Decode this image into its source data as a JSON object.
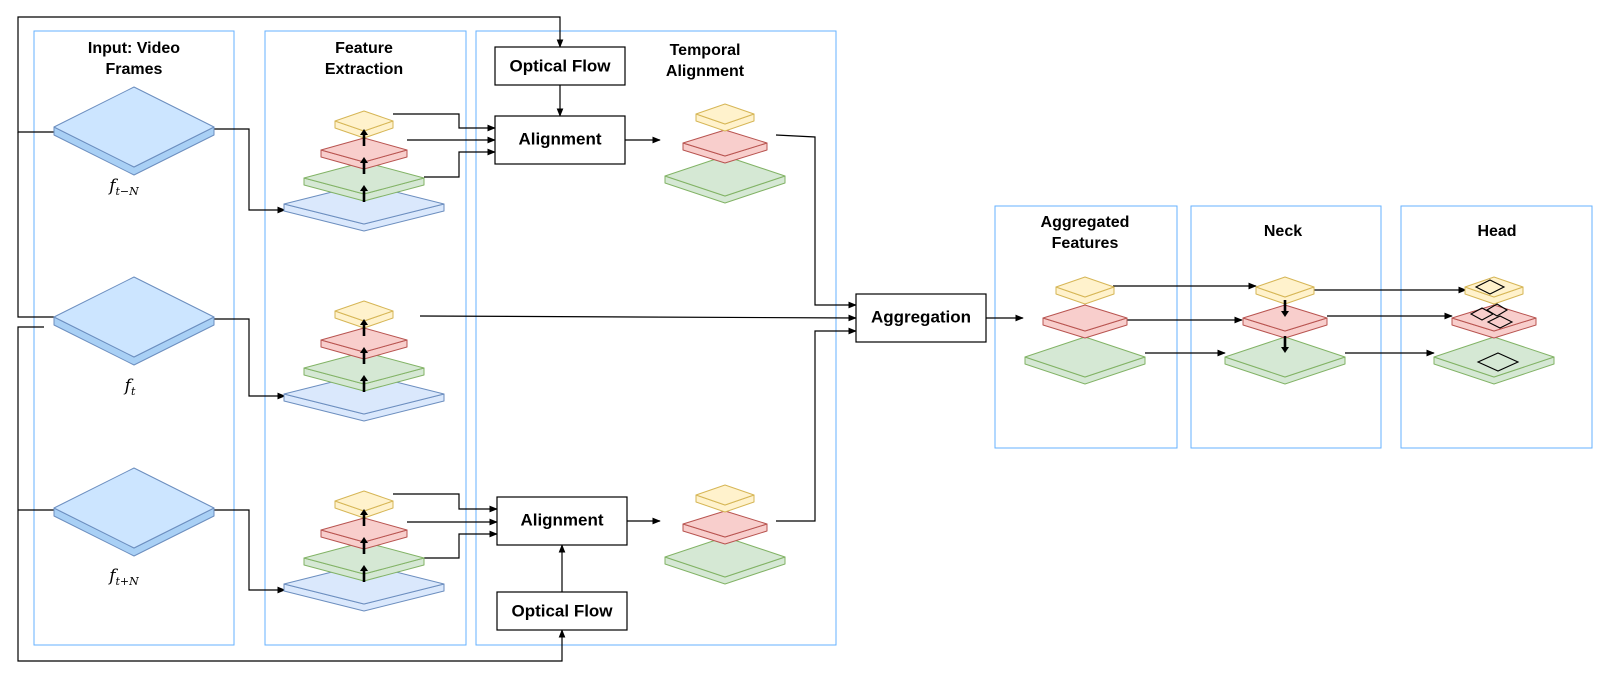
{
  "colors": {
    "panel_border": "#66b2ff",
    "frame_top": "#cce5ff",
    "frame_side": "#a9d0f5",
    "frame_edge": "#6c8ebf",
    "level_blue": "#dae8fc",
    "level_green": "#d5e8d4",
    "level_red": "#f8cecc",
    "level_yellow": "#fff2cc",
    "edge_blue": "#6c8ebf",
    "edge_green": "#82b366",
    "edge_red": "#b85450",
    "edge_yellow": "#d6b656"
  },
  "stages": {
    "input": "Input: Video\nFrames",
    "features": "Feature\nExtraction",
    "temporal": "Temporal\nAlignment",
    "aggregated": "Aggregated\nFeatures",
    "neck": "Neck",
    "head": "Head"
  },
  "frames": {
    "prev": {
      "base": "f",
      "sub": "t−N"
    },
    "curr": {
      "base": "f",
      "sub": "t"
    },
    "next": {
      "base": "f",
      "sub": "t+N"
    }
  },
  "blocks": {
    "optical_flow_top": "Optical Flow",
    "alignment_top": "Alignment",
    "optical_flow_bottom": "Optical Flow",
    "alignment_bottom": "Alignment",
    "aggregation": "Aggregation"
  },
  "icons": {
    "plane": "isometric-plate-icon",
    "arrow": "arrow-head-icon",
    "detection": "detection-box-icon"
  }
}
